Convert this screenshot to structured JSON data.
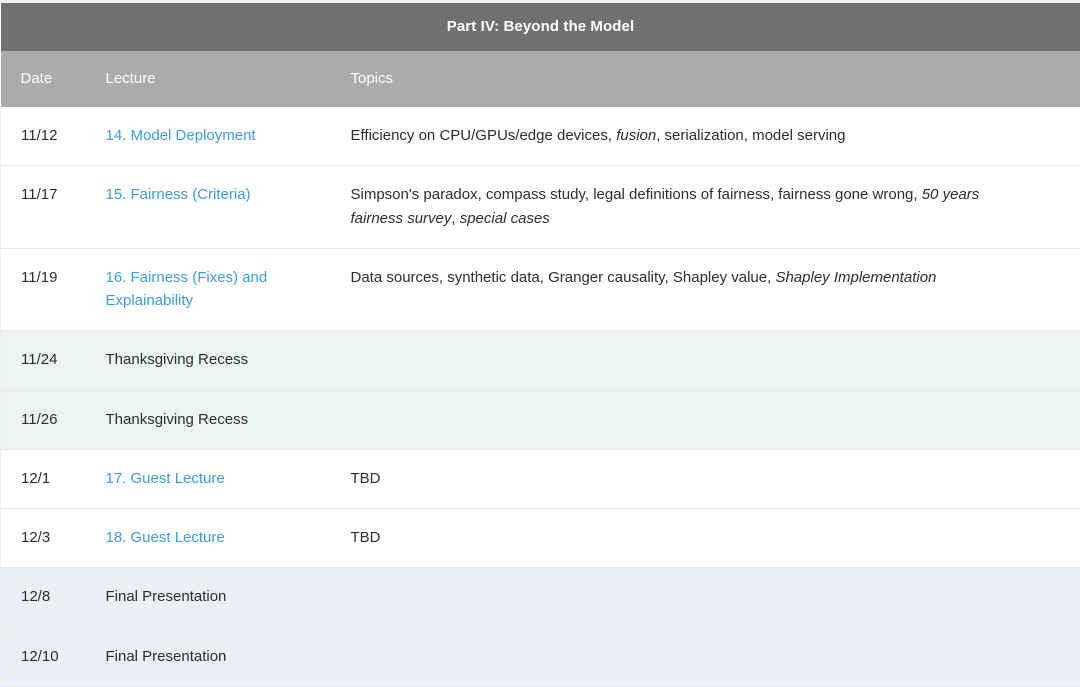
{
  "part_banner": {
    "title": "Part IV: Beyond the Model"
  },
  "columns": {
    "date": "Date",
    "lecture": "Lecture",
    "topics": "Topics"
  },
  "colors": {
    "banner_bg": "#707070",
    "header_bg": "#ababab",
    "link": "#3e9ce0",
    "recess_row_bg": "#ebf5f1",
    "final_row_bg": "#eceff8",
    "row_divider": "#e9e9e9",
    "text": "#2e2e2e"
  },
  "rows": [
    {
      "date": "11/12",
      "lecture": "14. Model Deployment",
      "lecture_is_link": true,
      "topics_html": "Efficiency on CPU/GPUs/edge devices, <em>fusion</em>, serialization, model serving",
      "topics_text": "Efficiency on CPU/GPUs/edge devices, fusion, serialization, model serving",
      "style": "plain"
    },
    {
      "date": "11/17",
      "lecture": "15. Fairness (Criteria)",
      "lecture_is_link": true,
      "topics_html": "Simpson's paradox, compass study, legal definitions of fairness, fairness gone wrong, <em>50 years fairness survey</em>, <em>special cases</em>",
      "topics_text": "Simpson's paradox, compass study, legal definitions of fairness, fairness gone wrong, 50 years fairness survey, special cases",
      "style": "plain"
    },
    {
      "date": "11/19",
      "lecture": "16. Fairness (Fixes) and Explainability",
      "lecture_is_link": true,
      "topics_html": "Data sources, synthetic data, Granger causality, Shapley value, <em>Shapley Implementation</em>",
      "topics_text": "Data sources, synthetic data, Granger causality, Shapley value, Shapley Implementation",
      "style": "plain"
    },
    {
      "date": "11/24",
      "lecture": "Thanksgiving Recess",
      "lecture_is_link": false,
      "topics_html": "",
      "topics_text": "",
      "style": "recess"
    },
    {
      "date": "11/26",
      "lecture": "Thanksgiving Recess",
      "lecture_is_link": false,
      "topics_html": "",
      "topics_text": "",
      "style": "recess"
    },
    {
      "date": "12/1",
      "lecture": "17. Guest Lecture",
      "lecture_is_link": true,
      "topics_html": "TBD",
      "topics_text": "TBD",
      "style": "plain"
    },
    {
      "date": "12/3",
      "lecture": "18. Guest Lecture",
      "lecture_is_link": true,
      "topics_html": "TBD",
      "topics_text": "TBD",
      "style": "plain"
    },
    {
      "date": "12/8",
      "lecture": "Final Presentation",
      "lecture_is_link": false,
      "topics_html": "",
      "topics_text": "",
      "style": "final"
    },
    {
      "date": "12/10",
      "lecture": "Final Presentation",
      "lecture_is_link": false,
      "topics_html": "",
      "topics_text": "",
      "style": "final"
    }
  ]
}
